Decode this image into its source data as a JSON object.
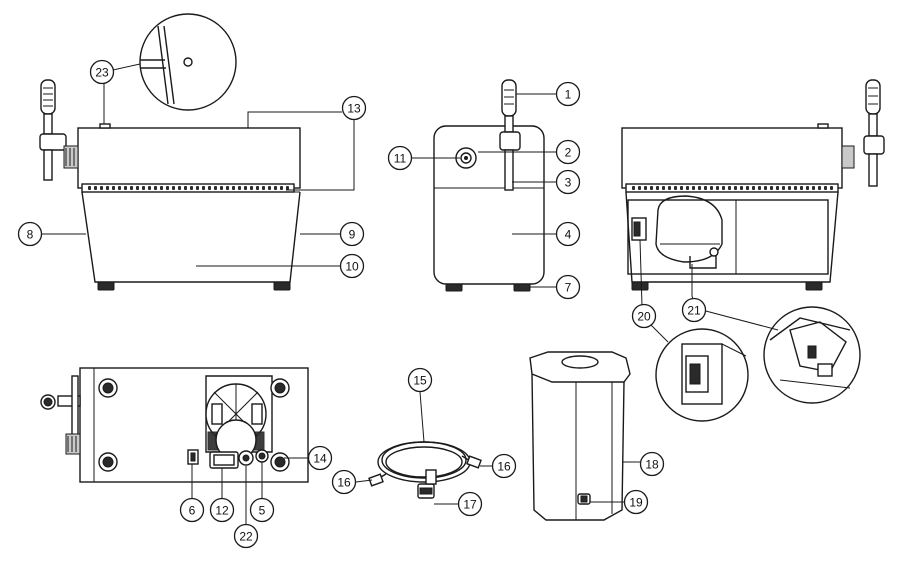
{
  "callouts": [
    "1",
    "2",
    "3",
    "4",
    "5",
    "6",
    "7",
    "8",
    "9",
    "10",
    "11",
    "12",
    "13",
    "14",
    "15",
    "16",
    "16",
    "17",
    "18",
    "19",
    "20",
    "21",
    "22",
    "23"
  ],
  "colors": {
    "line": "#1a1a1a",
    "background": "#ffffff",
    "vent": "#2a2a2a"
  }
}
